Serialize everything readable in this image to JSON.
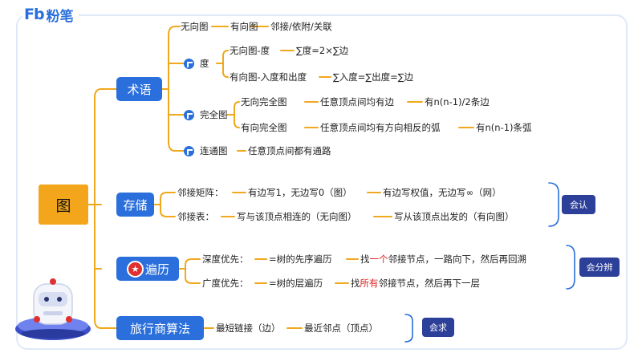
{
  "brand": {
    "logo": "Fb",
    "name": "粉笔"
  },
  "root": {
    "label": "图"
  },
  "sections": {
    "terms": {
      "label": "术语",
      "undirected": "无向图",
      "directed": "有向图",
      "adjacency": "邻接/依附/关联",
      "degree": {
        "label": "度",
        "undirected": "无向图-度",
        "undirected_formula": "∑度=2×∑边",
        "directed": "有向图-入度和出度",
        "directed_formula": "∑入度=∑出度=∑边"
      },
      "complete": {
        "label": "完全图",
        "undirected": "无向完全图",
        "undirected_rule": "任意顶点间均有边",
        "undirected_count": "有n(n-1)/2条边",
        "directed": "有向完全图",
        "directed_rule": "任意顶点间均有方向相反的弧",
        "directed_count": "有n(n-1)条弧"
      },
      "connected": {
        "label": "连通图",
        "rule": "任意顶点间都有通路"
      }
    },
    "storage": {
      "label": "存储",
      "matrix": "邻接矩阵：",
      "matrix_unweighted": "有边写1，无边写0（图）",
      "matrix_weighted": "有边写权值，无边写∞（网）",
      "list": "邻接表：",
      "list_undirected": "写与该顶点相连的（无向图）",
      "list_directed": "写从该顶点出发的（有向图）",
      "badge": "会认"
    },
    "traversal": {
      "label": "遍历",
      "dfs": "深度优先：",
      "dfs_equiv": "=树的先序遍历",
      "dfs_rule_pre": "找",
      "dfs_rule_hl": "一个",
      "dfs_rule_post": "邻接节点，一路向下，然后再回溯",
      "bfs": "广度优先：",
      "bfs_equiv": "=树的层遍历",
      "bfs_rule_pre": "找",
      "bfs_rule_hl": "所有",
      "bfs_rule_post": "邻接节点，然后再下一层",
      "badge": "会分辨"
    },
    "tsp": {
      "label": "旅行商算法",
      "edge": "最短链接（边）",
      "vertex": "最近邻点（顶点）",
      "badge": "会求"
    }
  },
  "colors": {
    "accent": "#2a6fdb",
    "root": "#f3a61b",
    "connector": "#f0a81c",
    "badge": "#2c3f99",
    "highlight": "#e02020"
  }
}
